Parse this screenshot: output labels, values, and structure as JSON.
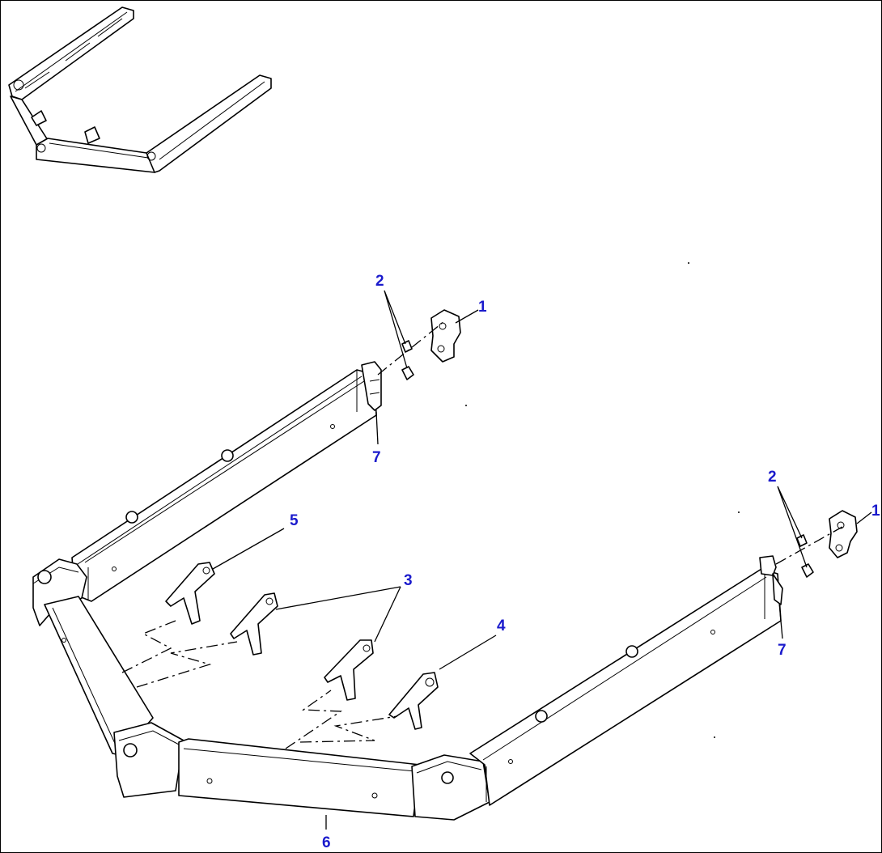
{
  "diagram": {
    "callouts": {
      "c1a": "1",
      "c1b": "1",
      "c2a": "2",
      "c2b": "2",
      "c3": "3",
      "c4": "4",
      "c5": "5",
      "c6": "6",
      "c7a": "7",
      "c7b": "7"
    },
    "label_color": "#1a1acc",
    "line_color": "#000000"
  }
}
